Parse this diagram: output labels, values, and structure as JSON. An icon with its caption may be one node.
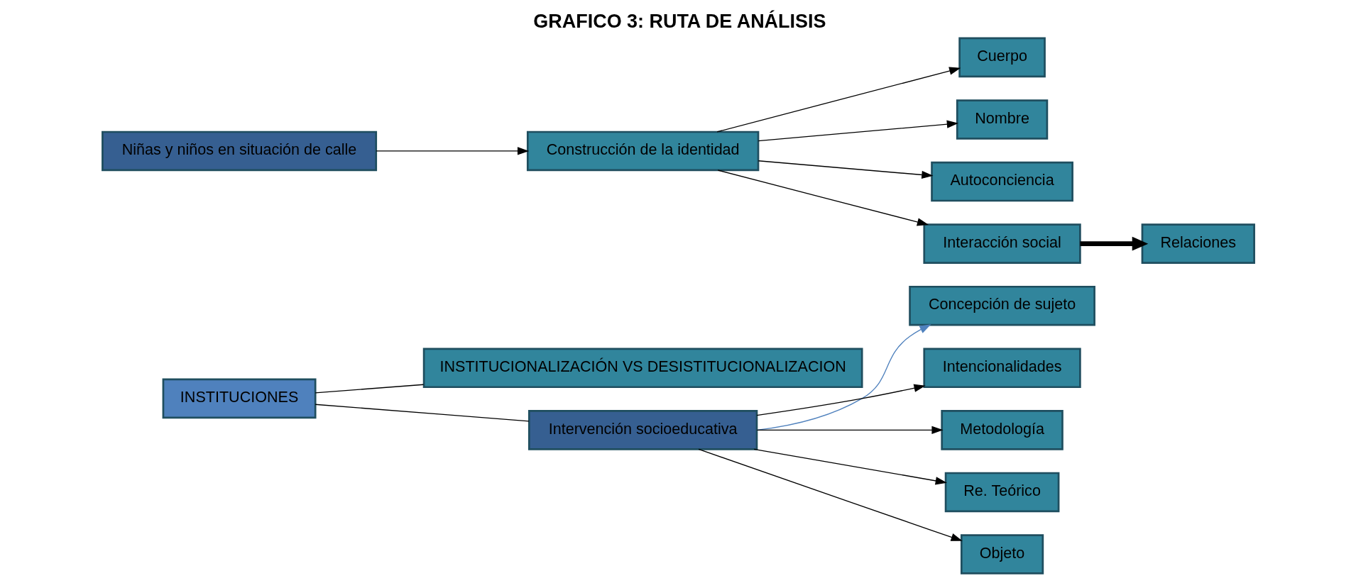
{
  "diagram": {
    "title": "GRAFICO 3: RUTA DE ANÁLISIS",
    "nodes": [
      {
        "text": [
          "INSTITUCIONALIZACIÓN VS DESISTITUCIONALIZACION"
        ]
      },
      {
        "text": [
          "INSTITUCIONES"
        ]
      },
      {
        "text": [
          "Concepción de sujeto"
        ]
      },
      {
        "text": [
          "Intervención socioeducativa"
        ]
      },
      {
        "text": [
          "Niñas y niños en situación de calle"
        ]
      },
      {
        "text": [
          "Cuerpo"
        ]
      },
      {
        "text": [
          "Construcción de la identidad"
        ]
      },
      {
        "text": [
          "Nombre"
        ]
      },
      {
        "text": [
          "Intencionalidades"
        ]
      },
      {
        "text": [
          "Metodología"
        ]
      },
      {
        "text": [
          "Re. Teórico"
        ]
      },
      {
        "text": [
          "Objeto"
        ]
      },
      {
        "text": [
          "Autoconciencia"
        ]
      },
      {
        "text": [
          "Interacción social"
        ]
      },
      {
        "text": [
          "Relaciones"
        ]
      }
    ],
    "edges": [
      {
        "from": 1,
        "to": 0,
        "arrow": "none"
      },
      {
        "from": 1,
        "to": 3,
        "arrow": "none"
      },
      {
        "from": 3,
        "to": 2,
        "arrow": "to",
        "color": "#4f81bd"
      },
      {
        "from": 4,
        "to": 6,
        "arrow": "to"
      },
      {
        "from": 3,
        "to": 8,
        "arrow": "to"
      },
      {
        "from": 3,
        "to": 9,
        "arrow": "to"
      },
      {
        "from": 3,
        "to": 10,
        "arrow": "to"
      },
      {
        "from": 3,
        "to": 11,
        "arrow": "to"
      },
      {
        "from": 6,
        "to": 5,
        "arrow": "to"
      },
      {
        "from": 6,
        "to": 7,
        "arrow": "to"
      },
      {
        "from": 6,
        "to": 12,
        "arrow": "to"
      },
      {
        "from": 6,
        "to": 13,
        "arrow": "to"
      },
      {
        "from": 13,
        "to": 14,
        "arrow": "to",
        "style": "thick"
      }
    ]
  }
}
